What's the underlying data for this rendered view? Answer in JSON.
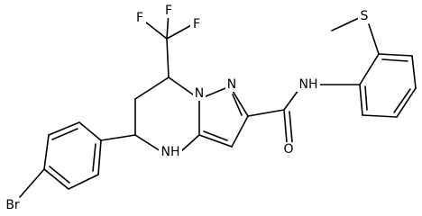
{
  "molecule": {
    "atoms": {
      "f1": "F",
      "f2": "F",
      "f3": "F",
      "n_ring": "N",
      "n_pyrazole": "N",
      "nh_amine": "NH",
      "nh_amide": "NH",
      "o_carbonyl": "O",
      "s_thioether": "S",
      "br": "Br"
    }
  },
  "colors": {
    "bond": "#000000",
    "text": "#000000",
    "background": "#ffffff"
  }
}
